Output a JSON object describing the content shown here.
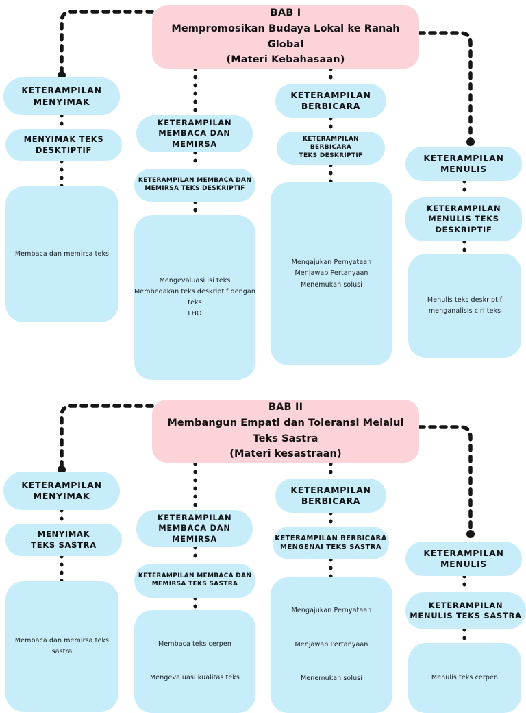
{
  "document": {
    "title": "Peta Konsep Bab I dan Bab II",
    "colors": {
      "chapter_box": "#FBD3D9",
      "skill_box": "#C7EDFB",
      "connector": "#161616",
      "background": "#FFFFFF"
    }
  },
  "chapters": [
    {
      "id": "bab-1",
      "title": "BAB I",
      "subtitle": "Mempromosikan Budaya Lokal ke Ranah Global\n(Materi Kebahasaan)",
      "branches": [
        {
          "id": "menyimak",
          "skill": "KETERAMPILAN\nMENYIMAK",
          "topic": "MENYIMAK TEKS\nDESKTIPTIF",
          "content": "Membaca dan memirsa teks"
        },
        {
          "id": "membaca-memirsa",
          "skill": "KETERAMPILAN\nMEMBACA DAN\nMEMIRSA",
          "topic": "KETERAMPILAN MEMBACA DAN\nMEMIRSA TEKS DESKRIPTIF",
          "content": "Mengevaluasi isi teks\nMembedakan teks deskriptif dengan teks\nLHO"
        },
        {
          "id": "berbicara",
          "skill": "KETERAMPILAN\nBERBICARA",
          "topic": "KETERAMPILAN\nBERBICARA\nTEKS DESKRIPTIF",
          "content": "Mengajukan Pernyataan\nMenjawab Pertanyaan\nMenemukan solusi"
        },
        {
          "id": "menulis",
          "skill": "KETERAMPILAN\nMENULIS",
          "topic": "KETERAMPILAN\nMENULIS TEKS\nDESKRIPTIF",
          "content": "Menulis teks deskriptif\nmenganalisis ciri teks"
        }
      ]
    },
    {
      "id": "bab-2",
      "title": "BAB II",
      "subtitle": "Membangun Empati dan Toleransi Melalui Teks Sastra\n(Materi kesastraan)",
      "branches": [
        {
          "id": "menyimak",
          "skill": "KETERAMPILAN\nMENYIMAK",
          "topic": "MENYIMAK\nTEKS SASTRA",
          "content": "Membaca dan memirsa teks sastra"
        },
        {
          "id": "membaca-memirsa",
          "skill": "KETERAMPILAN\nMEMBACA DAN\nMEMIRSA",
          "topic": "KETERAMPILAN MEMBACA DAN\nMEMIRSA TEKS SASTRA",
          "content": "Membaca teks cerpen\n\nMengevaluasi kualitas teks"
        },
        {
          "id": "berbicara",
          "skill": "KETERAMPILAN\nBERBICARA",
          "topic": "KETERAMPILAN BERBICARA\nMENGENAI TEKS SASTRA",
          "content": "Mengajukan Pernyataan\n\nMenjawab Pertanyaan\n\nMenemukan solusi"
        },
        {
          "id": "menulis",
          "skill": "KETERAMPILAN\nMENULIS",
          "topic": "KETERAMPILAN\nMENULIS TEKS SASTRA",
          "content": "Menulis teks cerpen"
        }
      ]
    }
  ]
}
